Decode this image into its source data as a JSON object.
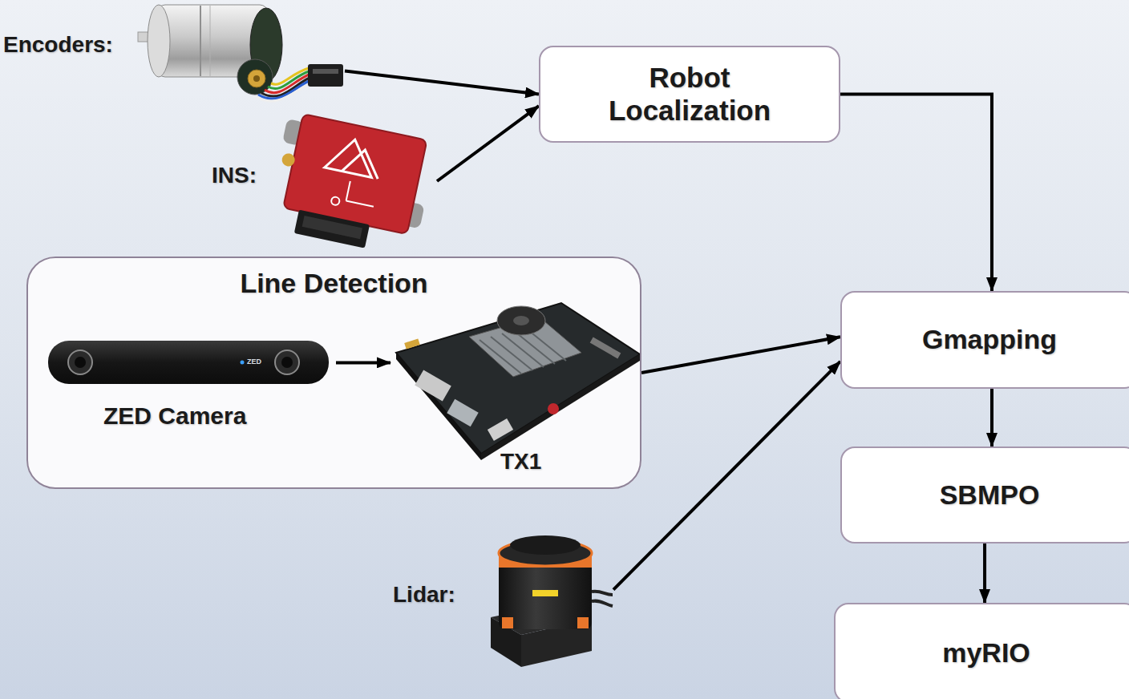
{
  "diagram": {
    "nodes": [
      {
        "text": [
          "Encoders:"
        ]
      },
      {
        "text": [
          "Robot Localization"
        ]
      },
      {
        "text": [
          "INS:"
        ]
      },
      {
        "text": [
          "Line Detection"
        ]
      },
      {
        "text": [
          "ZED Camera"
        ],
        "in": 3
      },
      {
        "text": [
          "TX1"
        ],
        "in": 3
      },
      {
        "text": [
          "Gmapping"
        ]
      },
      {
        "text": [
          "SBMPO"
        ]
      },
      {
        "text": [
          "Lidar:"
        ]
      },
      {
        "text": [
          "myRIO"
        ]
      }
    ],
    "edges": [
      {
        "from": 0,
        "to": 1,
        "arrow": "to"
      },
      {
        "from": 2,
        "to": 1,
        "arrow": "to"
      },
      {
        "from": 1,
        "to": 6,
        "arrow": "to"
      },
      {
        "from": 4,
        "to": 5,
        "arrow": "to"
      },
      {
        "from": 3,
        "to": 6,
        "arrow": "to"
      },
      {
        "from": 8,
        "to": 6,
        "arrow": "to"
      },
      {
        "from": 6,
        "to": 7,
        "arrow": "to"
      },
      {
        "from": 7,
        "to": 9,
        "arrow": "to"
      }
    ],
    "labels": [
      "ZED"
    ]
  }
}
